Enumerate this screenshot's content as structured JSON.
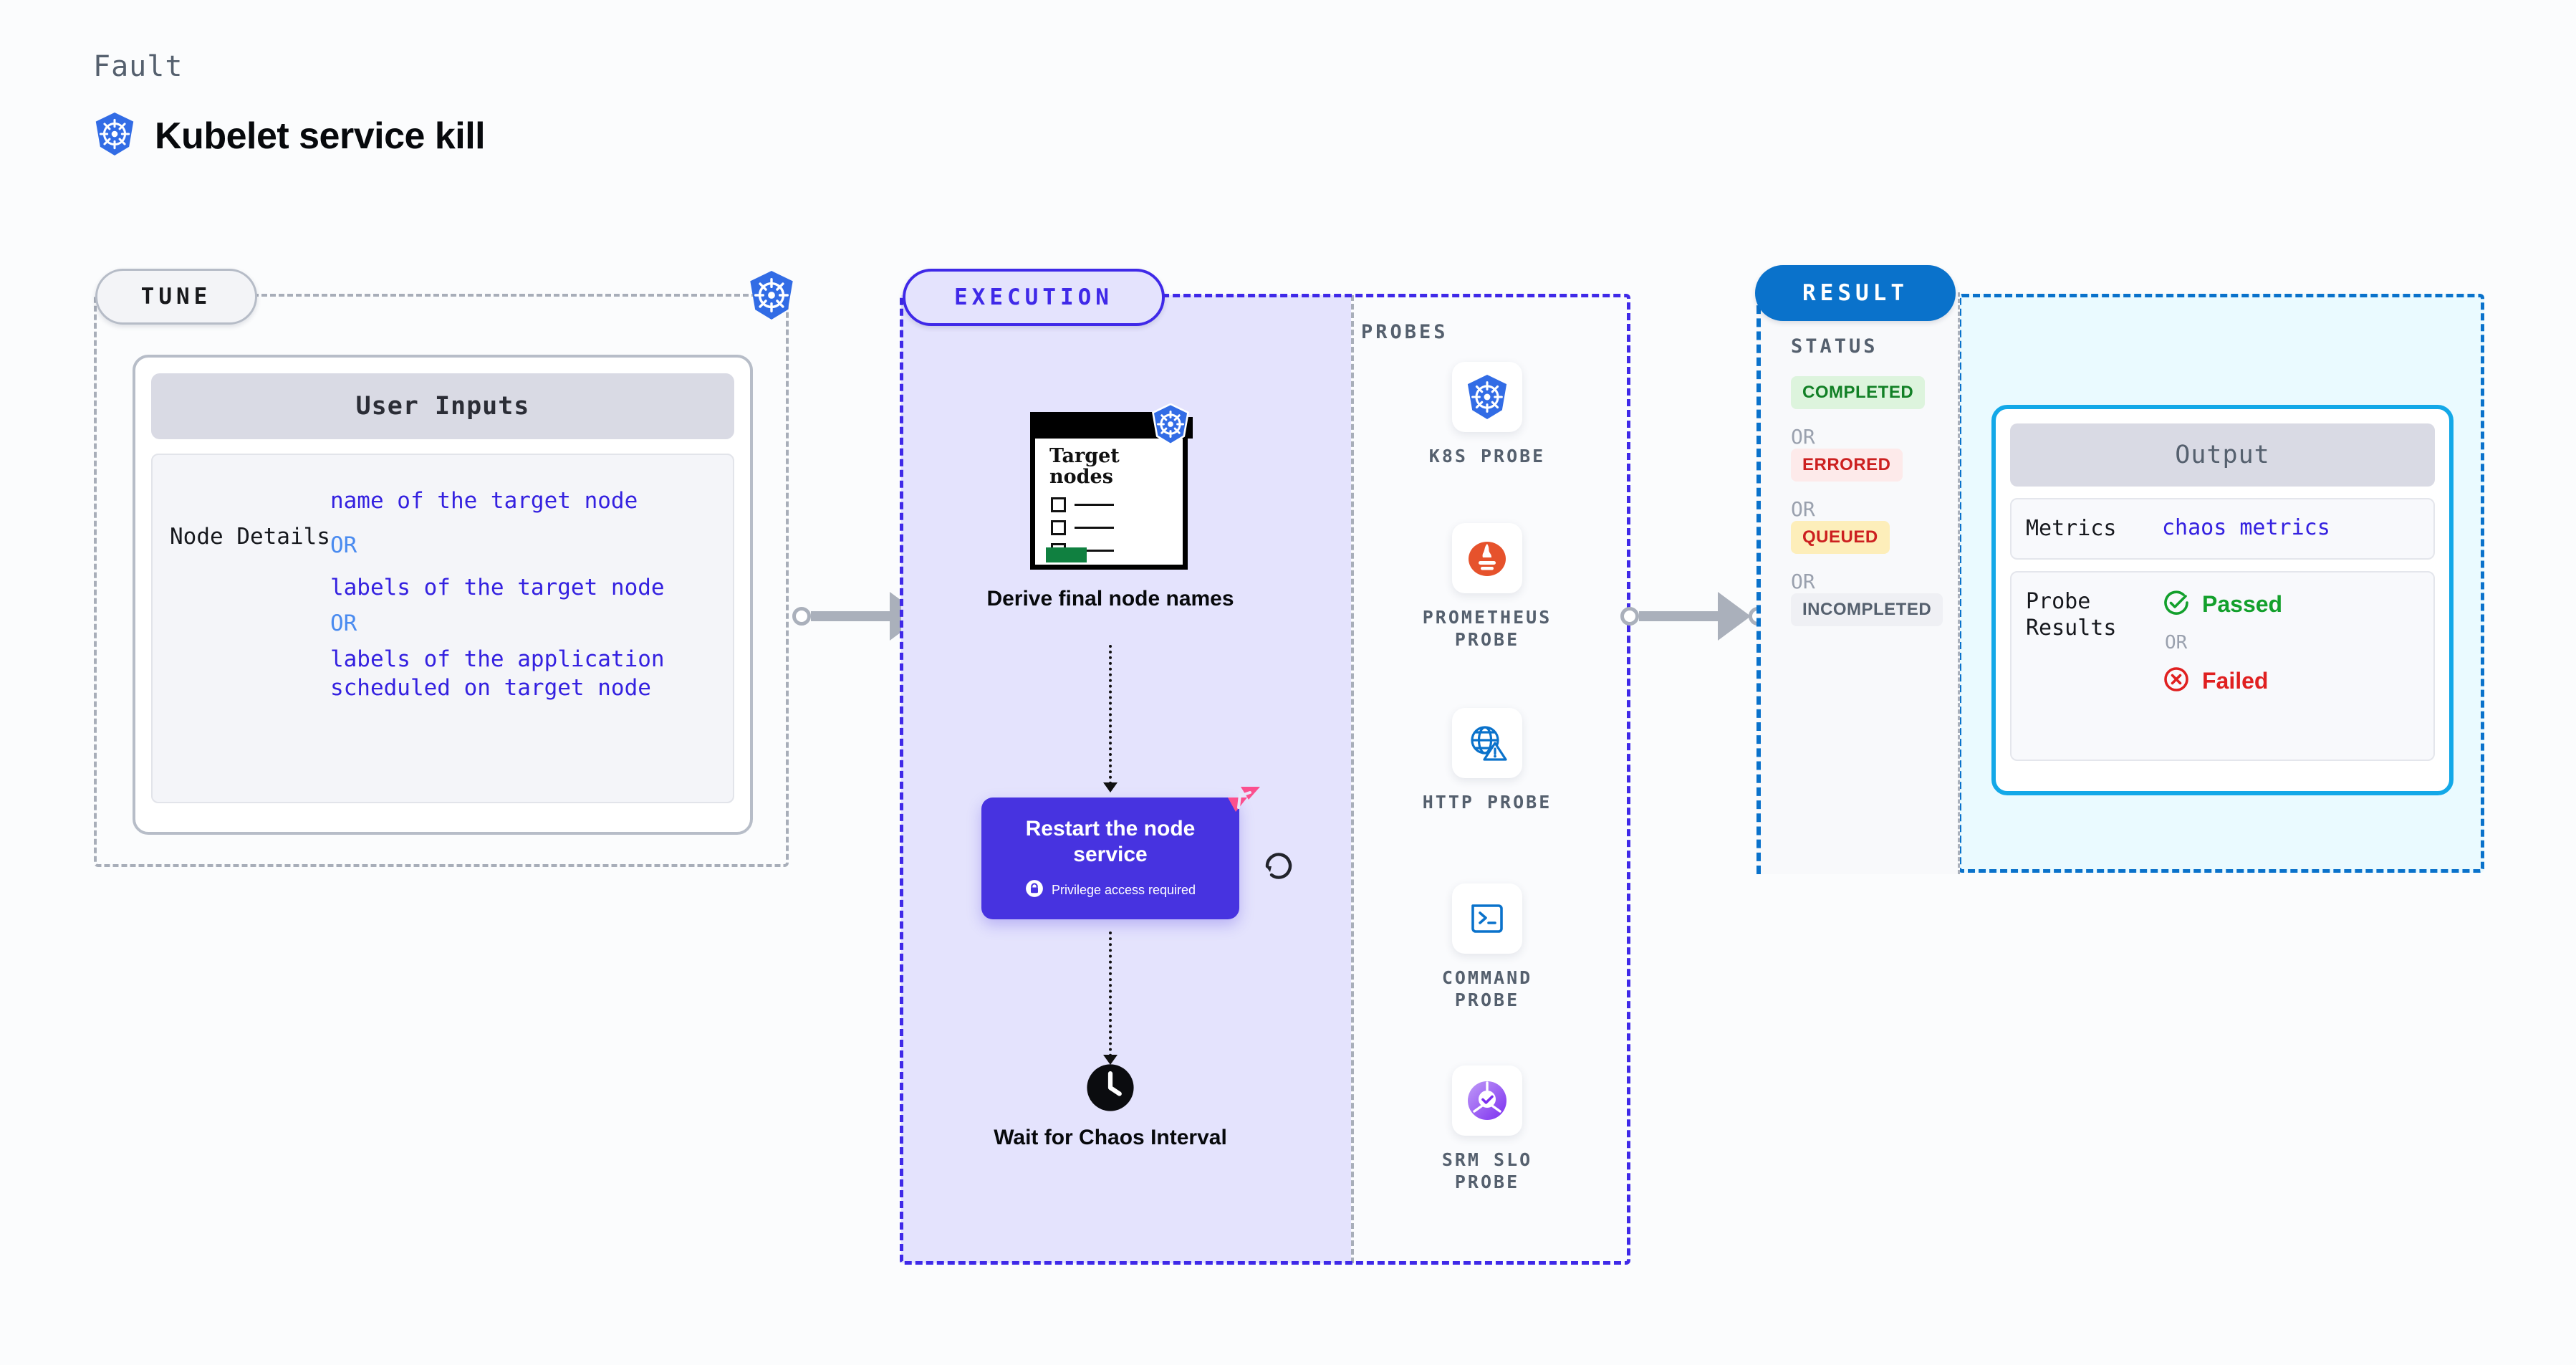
{
  "header": {
    "kicker": "Fault",
    "title": "Kubelet service kill",
    "icon": "kubernetes-icon"
  },
  "tune": {
    "tab_label": "TUNE",
    "badge_icon": "kubernetes-icon",
    "card_title": "User Inputs",
    "rows": [
      {
        "key": "Node Details",
        "values": [
          "name of the target node",
          "labels of the target node",
          "labels of the application scheduled on target node"
        ],
        "separator": "OR"
      }
    ]
  },
  "execution": {
    "tab_label": "EXECUTION",
    "steps": [
      {
        "label": "Derive final node names",
        "icon": "target-nodes-window-icon",
        "window_title": "Target nodes"
      },
      {
        "label": "Restart the node service",
        "note": "Privilege access required",
        "note_icon": "lock-icon",
        "badge_icon": "harness-chaos-ribbon-icon",
        "side_icon": "refresh-loop-icon"
      },
      {
        "label": "Wait for Chaos Interval",
        "icon": "clock-icon"
      }
    ],
    "probes": {
      "title": "PROBES",
      "items": [
        {
          "name": "K8S PROBE",
          "icon": "kubernetes-icon"
        },
        {
          "name": "PROMETHEUS PROBE",
          "icon": "prometheus-icon"
        },
        {
          "name": "HTTP PROBE",
          "icon": "globe-warning-icon"
        },
        {
          "name": "COMMAND PROBE",
          "icon": "terminal-icon"
        },
        {
          "name": "SRM SLO PROBE",
          "icon": "srm-slo-icon"
        }
      ]
    }
  },
  "result": {
    "tab_label": "RESULT",
    "status": {
      "title": "STATUS",
      "separator": "OR",
      "badges": [
        {
          "label": "COMPLETED",
          "bg": "#ddf4dd",
          "fg": "#128026"
        },
        {
          "label": "ERRORED",
          "bg": "#fdeaea",
          "fg": "#cc2020"
        },
        {
          "label": "QUEUED",
          "bg": "#fdeeba",
          "fg": "#cc2020"
        },
        {
          "label": "INCOMPLETED",
          "bg": "#eff0f4",
          "fg": "#55606e"
        }
      ]
    },
    "output": {
      "title": "Output",
      "metrics_key": "Metrics",
      "metrics_value": "chaos metrics",
      "probe_key": "Probe Results",
      "probe_pass": "Passed",
      "probe_fail": "Failed",
      "probe_separator": "OR",
      "pass_icon": "check-circle-icon",
      "fail_icon": "x-circle-icon"
    }
  },
  "colors": {
    "page_bg": "#fbfcfd",
    "tune_border": "#a8aeb9",
    "execution_accent": "#3f29e8",
    "execution_fill": "#e4e3fd",
    "result_accent": "#0a72cb",
    "result_fill": "#eafaff",
    "output_border": "#13a8e8",
    "node_purple": "#4733e0",
    "ribbon_pink": "#fb4f8e"
  }
}
